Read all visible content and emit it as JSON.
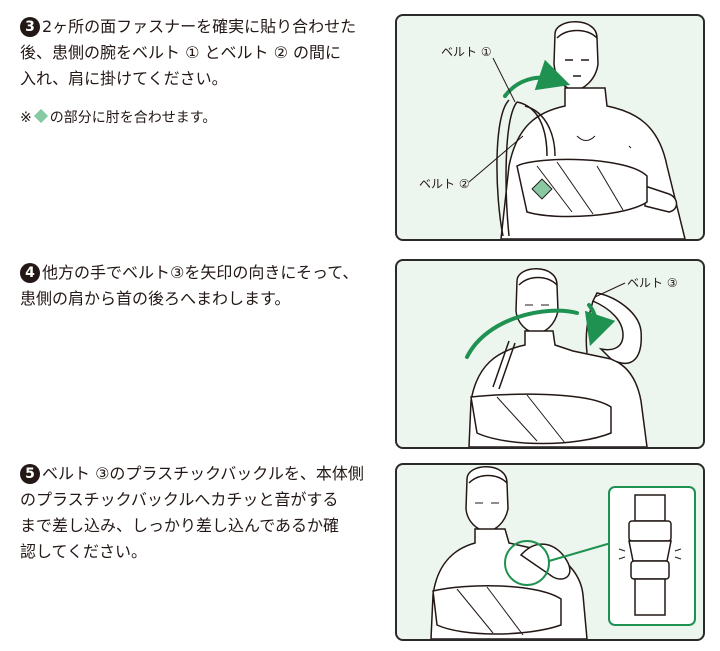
{
  "steps": [
    {
      "number": "3",
      "lines": [
        "2ヶ所の面ファスナーを確実に貼り合わせた",
        "後、患側の腕をベルト ① とベルト ② の間に",
        "入れ、肩に掛けてください。"
      ],
      "note_prefix": "※",
      "note_suffix": "の部分に肘を合わせます。",
      "labels": [
        "ベルト ①",
        "ベルト ②"
      ]
    },
    {
      "number": "4",
      "lines": [
        "他方の手でベルト③を矢印の向きにそって、",
        "患側の肩から首の後ろへまわします。"
      ],
      "labels": [
        "ベルト ③"
      ]
    },
    {
      "number": "5",
      "lines": [
        "ベルト ③のプラスチックバックルを、本体側",
        "のプラスチックバックルへカチッと音がする",
        "まで差し込み、しっかり差し込んであるか確",
        "認してください。"
      ]
    }
  ],
  "colors": {
    "accent_green": "#1f9150",
    "panel_bg": "#ecf5ee",
    "diamond": "#88c9a4"
  }
}
